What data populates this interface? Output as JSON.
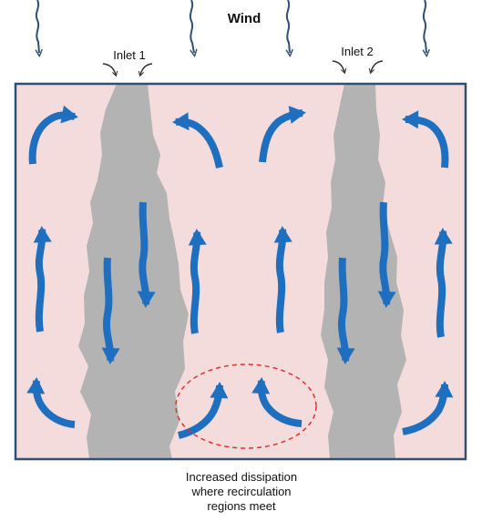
{
  "labels": {
    "wind": "Wind",
    "inlet_1": "Inlet 1",
    "inlet_2": "Inlet 2",
    "caption_lines": [
      "Increased dissipation",
      "where recirculation",
      "regions meet"
    ]
  },
  "colors": {
    "basin_fill": "#f5dcdc",
    "basin_border": "#2f4f73",
    "plume_fill": "#b3b3b3",
    "flow_arrow": "#1f6fc0",
    "wind_arrow": "#2f4f73",
    "highlight_ring": "#e03030"
  },
  "icons": {
    "wind_arrow": "wavy-down-arrow-icon",
    "flow_arrow": "curved-flow-arrow-icon",
    "inlet_arrow": "converging-arrow-icon"
  }
}
